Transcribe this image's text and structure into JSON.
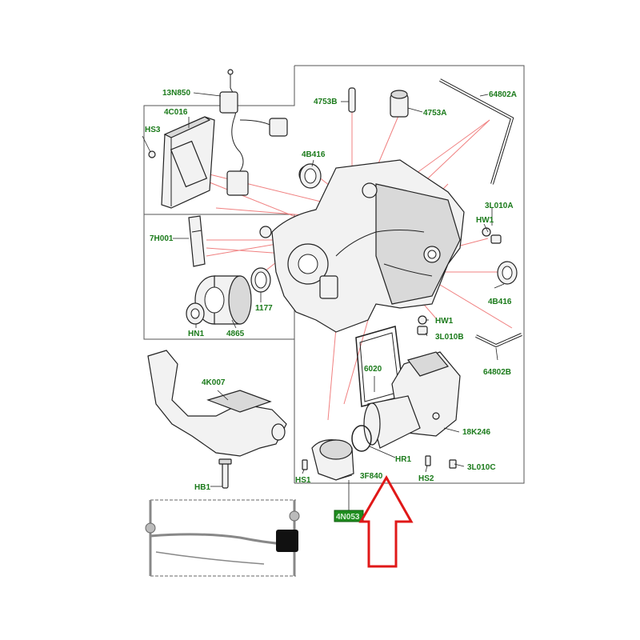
{
  "labels": {
    "13N850": "13N850",
    "4C016": "4C016",
    "HS3": "HS3",
    "4753B": "4753B",
    "4753A": "4753A",
    "64802A": "64802A",
    "4B416_top": "4B416",
    "3L010A": "3L010A",
    "HW1_right": "HW1",
    "4B416_right": "4B416",
    "7H001": "7H001",
    "1177": "1177",
    "HN1": "HN1",
    "4865": "4865",
    "HW1_mid": "HW1",
    "3L010B": "3L010B",
    "64802B": "64802B",
    "6020": "6020",
    "4K007": "4K007",
    "18K246": "18K246",
    "HR1": "HR1",
    "3L010C": "3L010C",
    "HB1": "HB1",
    "HS1": "HS1",
    "3F840": "3F840",
    "HS2": "HS2",
    "4N053": "4N053"
  },
  "colors": {
    "label_text": "#1a7a1a",
    "highlight_fill": "#1e8c1e",
    "highlight_text": "#d8f0d8",
    "leader_pink": "#f08080",
    "arrow_red": "#e01818"
  }
}
